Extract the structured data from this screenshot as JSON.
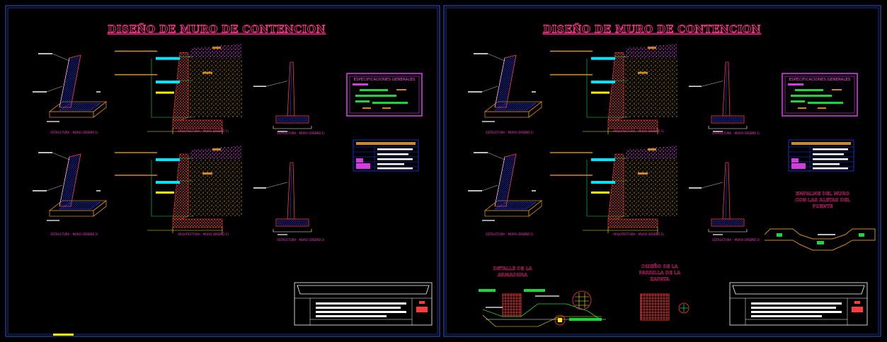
{
  "sheets": [
    {
      "title": "DISEÑO DE MURO DE CONTENCION",
      "captions": {
        "r1a": "ESTRUCTURA – MURO (DISEÑO 1)",
        "r1b": "ARQUITECTURA – MURO (DISEÑO 1)",
        "r1c": "ESTRUCTURA – MURO (DISEÑO 1)",
        "r2a": "ESTRUCTURA – MURO (DISEÑO 2)",
        "r2b": "ARQUITECTURA – MURO (DISEÑO 2)",
        "r2c": "ESTRUCTURA – MURO (DISEÑO 2)"
      },
      "spec_title": "ESPECIFICACIONES GENERALES"
    },
    {
      "title": "DISEÑO DE MURO DE CONTENCION",
      "captions": {
        "r1a": "ESTRUCTURA – MURO (DISEÑO 1)",
        "r1b": "ARQUITECTURA – MURO (DISEÑO 1)",
        "r1c": "ESTRUCTURA – MURO (DISEÑO 1)",
        "r2a": "ESTRUCTURA – MURO (DISEÑO 2)",
        "r2b": "ARQUITECTURA – MURO (DISEÑO 2)",
        "r2c": "ESTRUCTURA – MURO (DISEÑO 2)"
      },
      "spec_title": "ESPECIFICACIONES GENERALES",
      "notes": {
        "empalme_1": "EMPALME DEL MURO",
        "empalme_2": "CON LAS ALETAS DEL",
        "empalme_3": "PUENTE",
        "armadura_1": "DETALLE DE LA",
        "armadura_2": "ARMADURA",
        "parrilla_1": "DISEÑO DE LA",
        "parrilla_2": "PARRILLA DE LA",
        "parrilla_3": "ZAPATA"
      }
    }
  ],
  "colors": {
    "border": "#2b57d8",
    "title": "#ff2d8a",
    "caption": "#ff33cc",
    "wall": "#ff3b3b",
    "fill_soil": "#d9a53a",
    "fill_top": "#d43be0",
    "steel": "#1c3bff",
    "cyan": "#00e5ff",
    "green": "#19d63b",
    "yellow": "#ffee00",
    "orange": "#d08a1a",
    "white": "#ffffff"
  }
}
